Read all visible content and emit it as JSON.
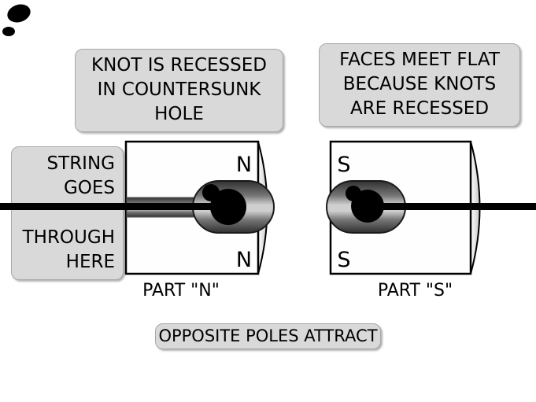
{
  "callouts": {
    "knot_recessed": {
      "line1": "KNOT IS RECESSED",
      "line2": "IN COUNTERSUNK",
      "line3": "HOLE"
    },
    "faces_meet_flat": {
      "line1": "FACES MEET FLAT",
      "line2": "BECAUSE KNOTS",
      "line3": "ARE RECESSED"
    },
    "string_path": {
      "line1": "STRING",
      "line2": "GOES",
      "line3": "THROUGH",
      "line4": "HERE"
    },
    "opposite_poles": {
      "text": "OPPOSITE POLES ATTRACT"
    }
  },
  "magnets": {
    "part_n": {
      "pole_top": "N",
      "pole_bottom": "N",
      "caption": "PART \"N\""
    },
    "part_s": {
      "pole_top": "S",
      "pole_bottom": "S",
      "caption": "PART \"S\""
    }
  },
  "colors": {
    "background": "#ffffff",
    "callout_bg": "#d9d9d9",
    "callout_border": "#a8a8a8",
    "string": "#000000",
    "magnet_fill": "#fefefe",
    "magnet_outline": "#000000",
    "recess_dark": "#303030",
    "recess_light": "#cfcfcf"
  }
}
